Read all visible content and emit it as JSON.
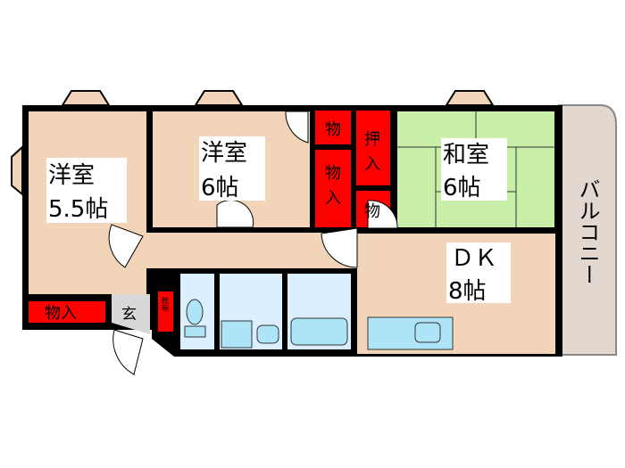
{
  "rooms": {
    "western1": {
      "name": "洋室",
      "size": "5.5帖"
    },
    "western2": {
      "name": "洋室",
      "size": "6帖"
    },
    "japanese": {
      "name": "和室",
      "size": "6帖"
    },
    "dk": {
      "name": "ＤＫ",
      "size": "8帖"
    },
    "balcony": {
      "name": "バルコニー"
    },
    "entrance": {
      "name": "玄"
    },
    "shoebox": {
      "name": "靴箱"
    }
  },
  "storage": {
    "mono_top": "物",
    "mono_iri_mid": [
      "物",
      "入"
    ],
    "oshiire": [
      "押",
      "入"
    ],
    "mono_small": "物",
    "mono_iri_bottom": "物入"
  },
  "colors": {
    "wall": "#000000",
    "room_floor": "#f2d4b8",
    "tatami": "#c8f0a8",
    "storage": "#ff0000",
    "wet_area": "#dcefff",
    "fixture": "#aee4f8",
    "balcony": "#e2d8d0",
    "entrance": "#d8d8d8"
  }
}
